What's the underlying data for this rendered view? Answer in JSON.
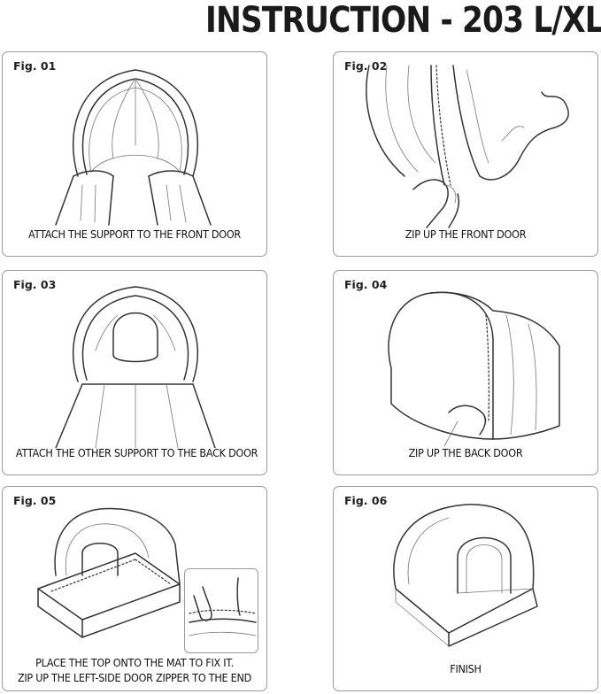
{
  "title": "INSTRUCTION - 203 L/XL",
  "figures": [
    {
      "label": "Fig. 01",
      "caption": "ATTACH THE SUPPORT TO THE FRONT DOOR"
    },
    {
      "label": "Fig. 02",
      "caption": "ZIP UP THE FRONT DOOR"
    },
    {
      "label": "Fig. 03",
      "caption": "ATTACH THE OTHER SUPPORT TO THE BACK DOOR"
    },
    {
      "label": "Fig. 04",
      "caption": "ZIP UP THE BACK DOOR"
    },
    {
      "label": "Fig. 05",
      "caption_lines": [
        "PLACE THE TOP ONTO THE MAT TO FIX IT.",
        "ZIP UP THE LEFT-SIDE DOOR ZIPPER TO THE END"
      ]
    },
    {
      "label": "Fig. 06",
      "caption": "FINISH"
    }
  ]
}
